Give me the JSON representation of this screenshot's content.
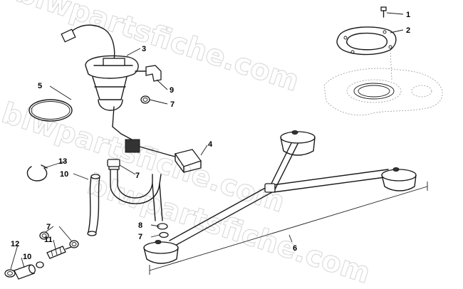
{
  "watermark": {
    "text": "blwpartsfiche.com",
    "color": "#d9d9d9"
  },
  "callouts": [
    {
      "id": "c1",
      "label": "1"
    },
    {
      "id": "c2",
      "label": "2"
    },
    {
      "id": "c3",
      "label": "3"
    },
    {
      "id": "c4",
      "label": "4"
    },
    {
      "id": "c5",
      "label": "5"
    },
    {
      "id": "c6",
      "label": "6"
    },
    {
      "id": "c7a",
      "label": "7"
    },
    {
      "id": "c7b",
      "label": "7"
    },
    {
      "id": "c7c",
      "label": "7"
    },
    {
      "id": "c7d",
      "label": "7"
    },
    {
      "id": "c8",
      "label": "8"
    },
    {
      "id": "c9",
      "label": "9"
    },
    {
      "id": "c10a",
      "label": "10"
    },
    {
      "id": "c10b",
      "label": "10"
    },
    {
      "id": "c11",
      "label": "11"
    },
    {
      "id": "c12",
      "label": "12"
    },
    {
      "id": "c13",
      "label": "13"
    }
  ]
}
